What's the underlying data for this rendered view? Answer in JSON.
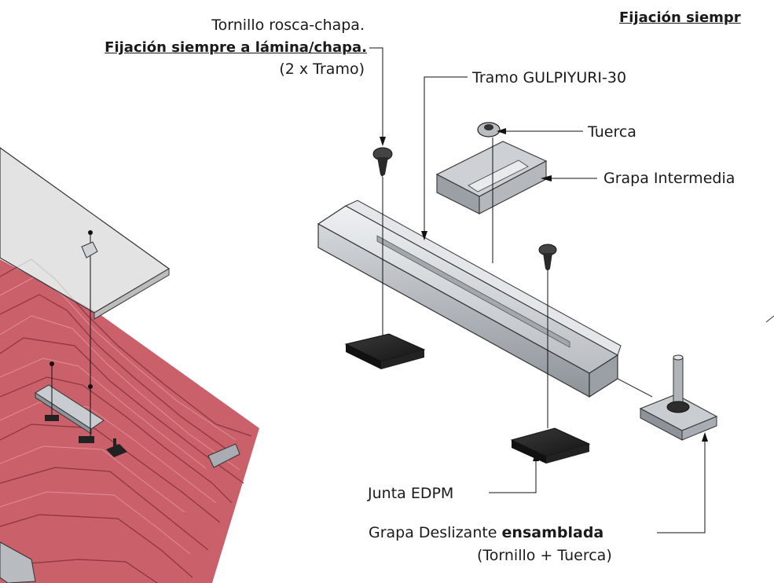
{
  "labels": {
    "screw_line1": "Tornillo rosca-chapa.",
    "screw_line2": "Fijación siempre a lámina/chapa.",
    "screw_line3": "(2 x Tramo)",
    "top_right_cut": "Fijación siempr",
    "rail": "Tramo GULPIYURI-30",
    "nut": "Tuerca",
    "mid_clamp": "Grapa Intermedia",
    "gasket": "Junta EDPM",
    "slide_clamp_a": "Grapa Deslizante ",
    "slide_clamp_b": "ensamblada",
    "slide_clamp_line2": "(Tornillo + Tuerca)"
  },
  "colors": {
    "roof_red": "#c9606a",
    "panel_grey": "#dcdcdc",
    "metal": "#c9ccd0",
    "rubber": "#2b2b2b"
  }
}
